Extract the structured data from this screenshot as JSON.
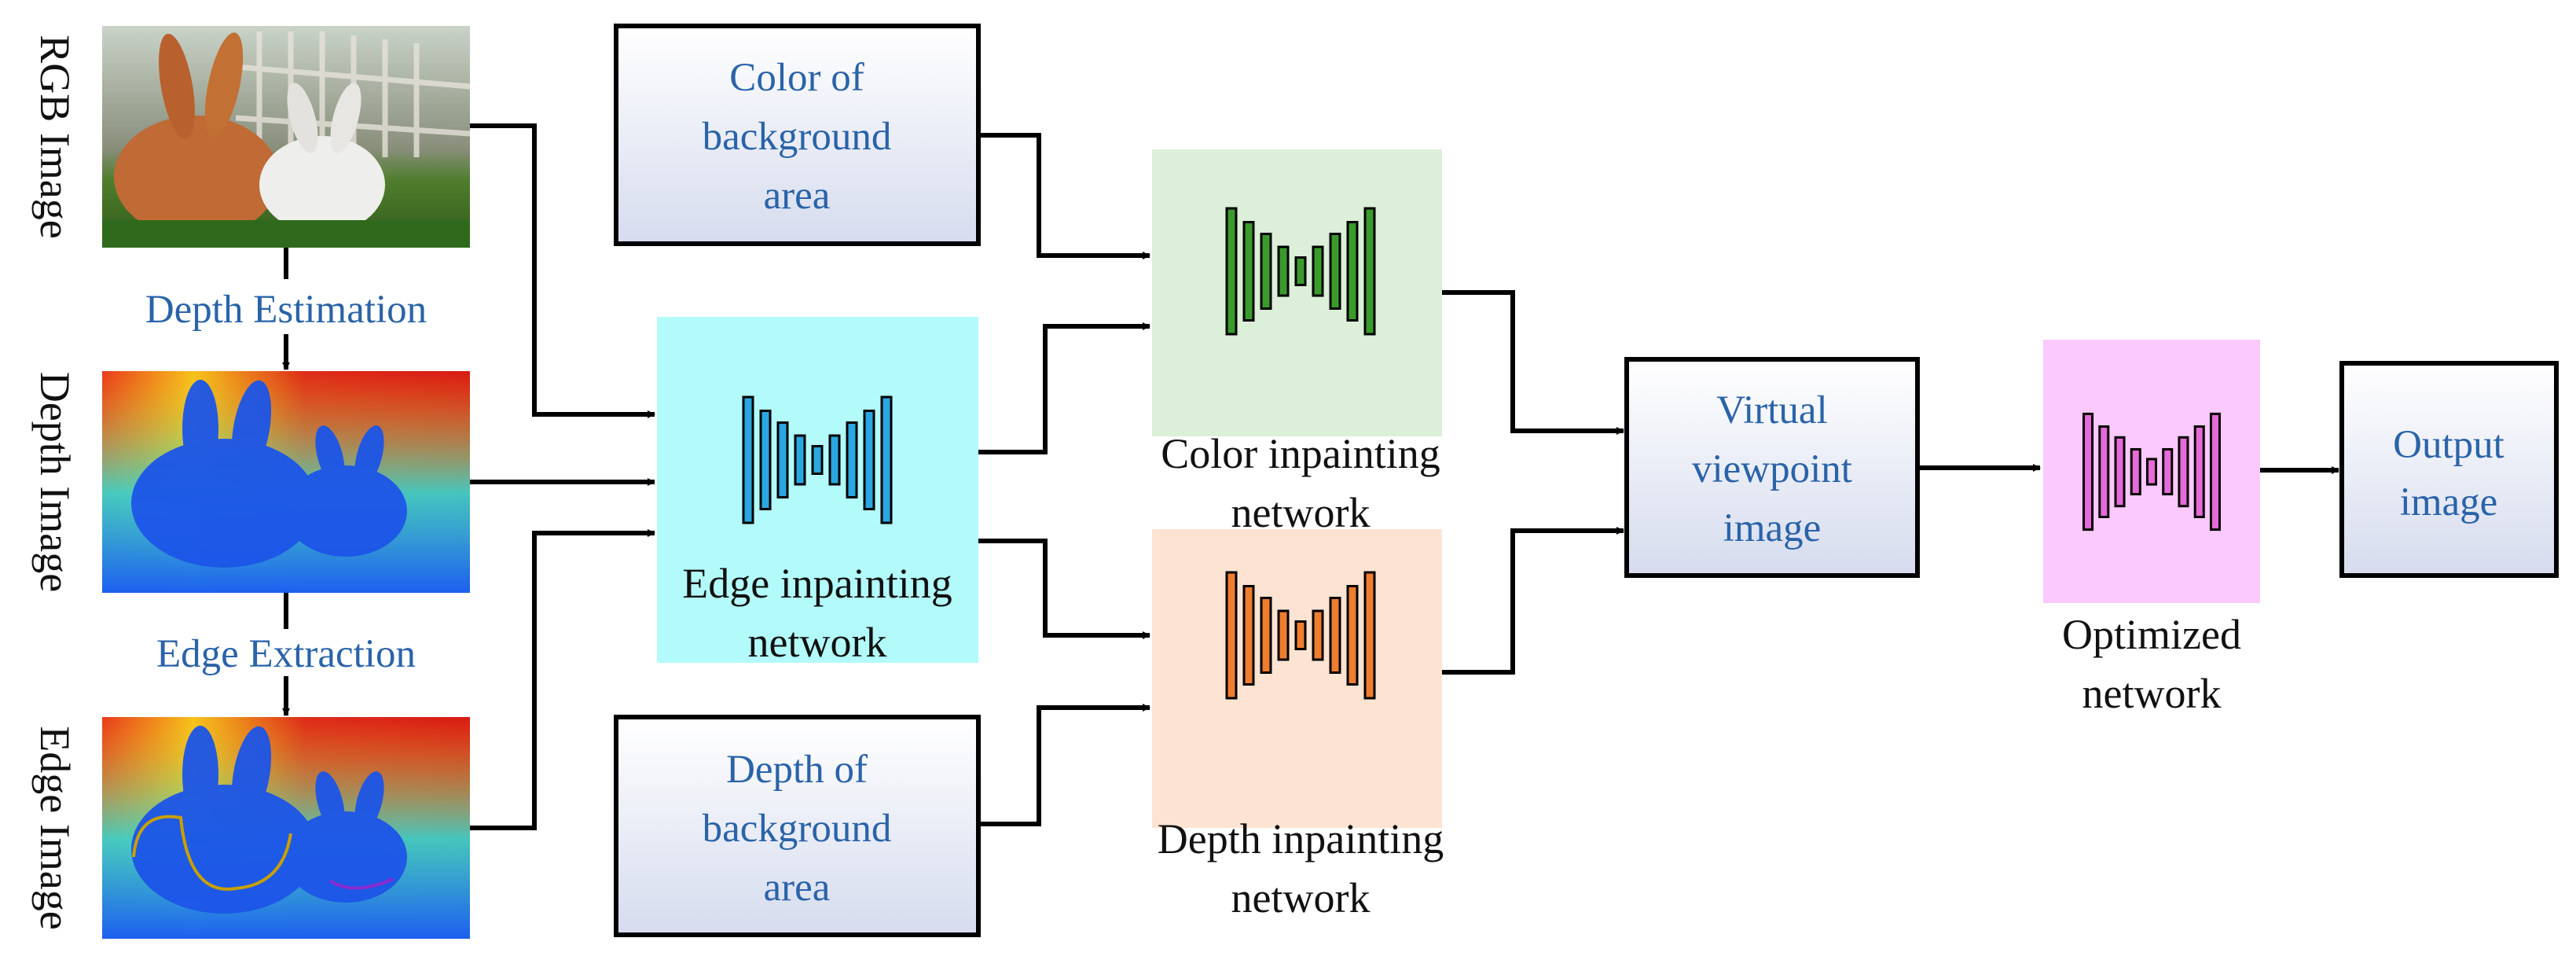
{
  "inputs": {
    "rgb_label": "RGB Image",
    "depth_label": "Depth Image",
    "edge_label": "Edge Image",
    "depth_estimation": "Depth Estimation",
    "edge_extraction": "Edge Extraction"
  },
  "boxes": {
    "color_bg": [
      "Color of",
      "background",
      "area"
    ],
    "depth_bg": [
      "Depth of",
      "background",
      "area"
    ],
    "virtual": [
      "Virtual",
      "viewpoint",
      "image"
    ],
    "output": [
      "Output",
      "image"
    ]
  },
  "networks": {
    "edge": {
      "label": [
        "Edge inpainting",
        "network"
      ],
      "bg": "#b3fbfb",
      "bar": "#2aa7e0"
    },
    "color": {
      "label": [
        "Color inpainting",
        "network"
      ],
      "bg": "#dcefd8",
      "bar": "#3a9a2c"
    },
    "depth": {
      "label": [
        "Depth  inpainting",
        "network"
      ],
      "bg": "#fde4d2",
      "bar": "#ee7d30"
    },
    "optimized": {
      "label": [
        "Optimized",
        "network"
      ],
      "bg": "#fbc9fb",
      "bar": "#e66ad8"
    }
  },
  "colors": {
    "label_blue": "#2a63a8",
    "box_gradient_top": "#ffffff",
    "box_gradient_bottom": "#d6dcee"
  }
}
